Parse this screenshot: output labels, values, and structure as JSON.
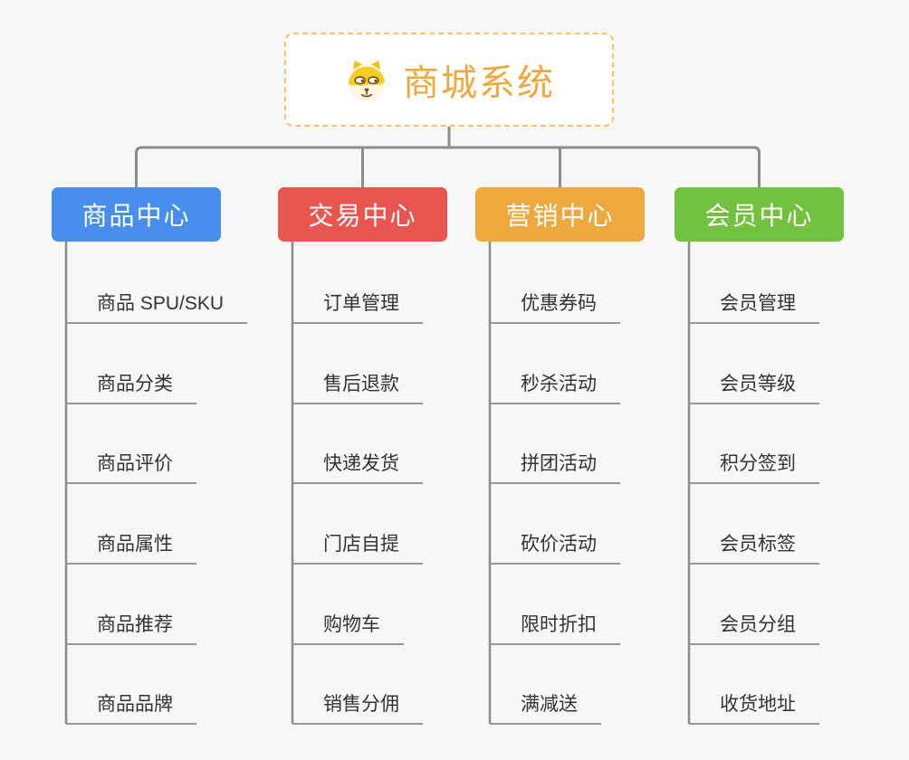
{
  "root": {
    "title": "商城系统",
    "icon": "dog-face-icon",
    "title_color": "#F0A73E",
    "border_color": "#F3C36D"
  },
  "branches": [
    {
      "label": "商品中心",
      "color": "#478EEF",
      "items": [
        "商品 SPU/SKU",
        "商品分类",
        "商品评价",
        "商品属性",
        "商品推荐",
        "商品品牌"
      ]
    },
    {
      "label": "交易中心",
      "color": "#E8564F",
      "items": [
        "订单管理",
        "售后退款",
        "快递发货",
        "门店自提",
        "购物车",
        "销售分佣"
      ]
    },
    {
      "label": "营销中心",
      "color": "#EDA93E",
      "items": [
        "优惠券码",
        "秒杀活动",
        "拼团活动",
        "砍价活动",
        "限时折扣",
        "满减送"
      ]
    },
    {
      "label": "会员中心",
      "color": "#72C13F",
      "items": [
        "会员管理",
        "会员等级",
        "积分签到",
        "会员标签",
        "会员分组",
        "收货地址"
      ]
    }
  ],
  "colors": {
    "background": "#F7F7F7",
    "connector": "#8C8C8C",
    "underline": "#979797",
    "item_text": "#333333"
  }
}
